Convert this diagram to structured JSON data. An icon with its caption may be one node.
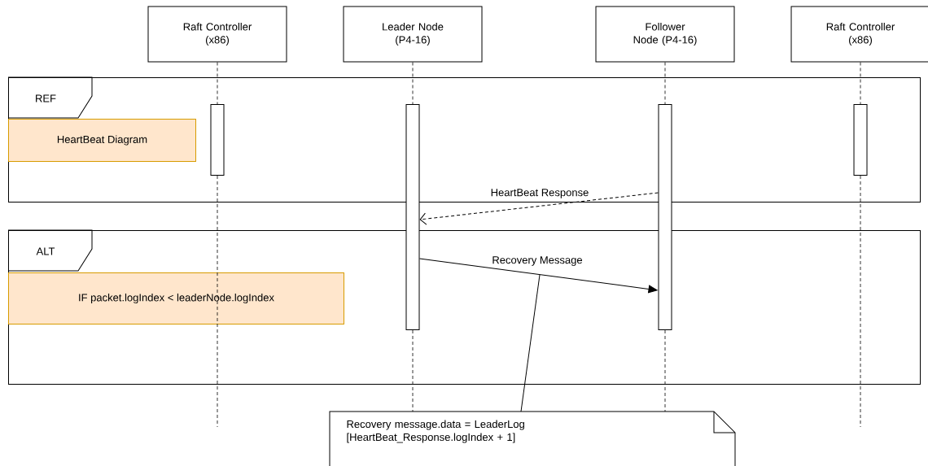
{
  "diagram": {
    "nodes": [
      {
        "text": [
          "Raft Controller (x86)"
        ]
      },
      {
        "text": [
          "Leader Node (P4-16)"
        ]
      },
      {
        "text": [
          "Follower Node (P4-16)"
        ]
      },
      {
        "text": [
          "Raft Controller (x86)"
        ]
      },
      {
        "text": [
          "REF"
        ]
      },
      {
        "text": [
          "HeartBeat Diagram"
        ],
        "in": 4
      },
      {
        "text": [
          "ALT"
        ]
      },
      {
        "text": [
          "IF packet.logIndex < leaderNode.logIndex"
        ],
        "in": 6
      },
      {
        "text": [],
        "shape": "bar",
        "in": 4
      },
      {
        "text": [],
        "shape": "bar"
      },
      {
        "text": [],
        "shape": "bar"
      },
      {
        "text": [],
        "shape": "bar",
        "in": 4
      },
      {
        "text": [
          "Recovery message.data = LeaderLog [HeartBeat_Response.logIndex + 1]"
        ]
      }
    ],
    "edges": [
      {
        "from": 10,
        "to": 9,
        "arrow": "to",
        "label": "HeartBeat Response",
        "style": "dashed"
      },
      {
        "from": 9,
        "to": 10,
        "arrow": "to",
        "label": "Recovery Message"
      },
      {
        "from": 12,
        "to": null,
        "arrow": "none"
      },
      {
        "from": 0,
        "to": 8,
        "arrow": "none",
        "style": "dashed"
      },
      {
        "from": 8,
        "to": null,
        "arrow": "none",
        "style": "dashed"
      },
      {
        "from": 1,
        "to": 9,
        "arrow": "none",
        "style": "dashed"
      },
      {
        "from": 9,
        "to": 12,
        "arrow": "none",
        "style": "dashed"
      },
      {
        "from": 2,
        "to": 10,
        "arrow": "none",
        "style": "dashed"
      },
      {
        "from": 10,
        "to": 12,
        "arrow": "none",
        "style": "dashed"
      },
      {
        "from": 3,
        "to": 11,
        "arrow": "none",
        "style": "dashed"
      },
      {
        "from": 11,
        "to": null,
        "arrow": "none",
        "style": "dashed"
      }
    ]
  }
}
